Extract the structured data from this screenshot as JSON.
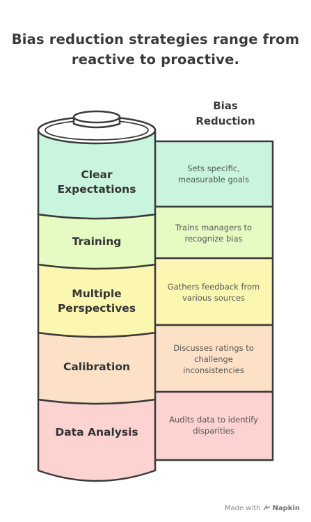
{
  "title": "Bias reduction strategies range from reactive to proactive.",
  "side_heading": "Bias Reduction",
  "layers": [
    {
      "label": "Clear Expectations",
      "description": "Sets specific, measurable goals",
      "color": "#c9f5df"
    },
    {
      "label": "Training",
      "description": "Trains managers to recognize bias",
      "color": "#e6fbc2"
    },
    {
      "label": "Multiple Perspectives",
      "description": "Gathers feedback from various sources",
      "color": "#fbf7b0"
    },
    {
      "label": "Calibration",
      "description": "Discusses ratings to challenge inconsistencies",
      "color": "#fde1c6"
    },
    {
      "label": "Data Analysis",
      "description": "Audits data to identify disparities",
      "color": "#fcd3d0"
    }
  ],
  "footer": {
    "prefix": "Made with",
    "brand": "Napkin",
    "icon": "napkin-logo-icon"
  }
}
